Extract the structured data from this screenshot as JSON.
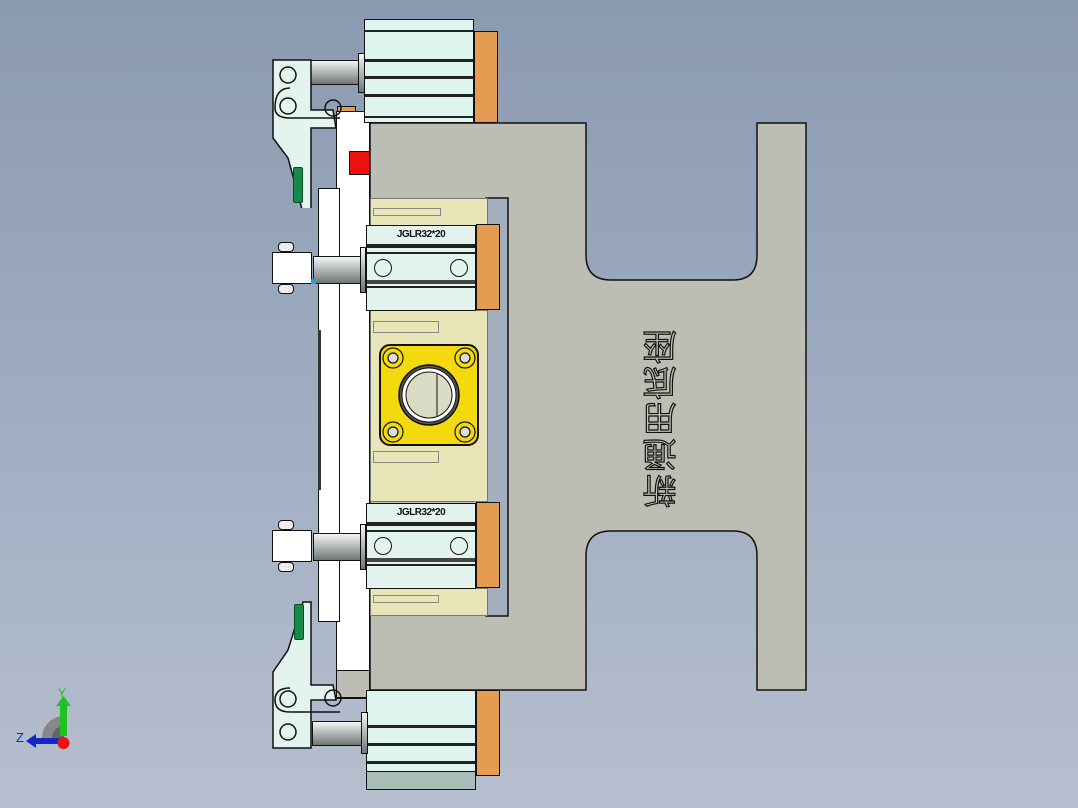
{
  "viewport": {
    "background_top": "#8a9ab0",
    "background_bottom": "#b6bfcf"
  },
  "model": {
    "base_plate_label": "新通用底座",
    "cylinder_upper_label": "JGLR32*20",
    "cylinder_lower_label": "JGLR32*20"
  },
  "colors": {
    "base_plate": "#bdbdb3",
    "cylinder_body": "#def5ef",
    "cylinder_cap": "#e39c52",
    "flange_yellow": "#f5d90f",
    "locator_red": "#ee1111",
    "pad_green": "#178a4a",
    "guide_block": "#e8e6b8"
  },
  "triad": {
    "x_label": "",
    "y_label": "Y",
    "z_label": "Z"
  }
}
